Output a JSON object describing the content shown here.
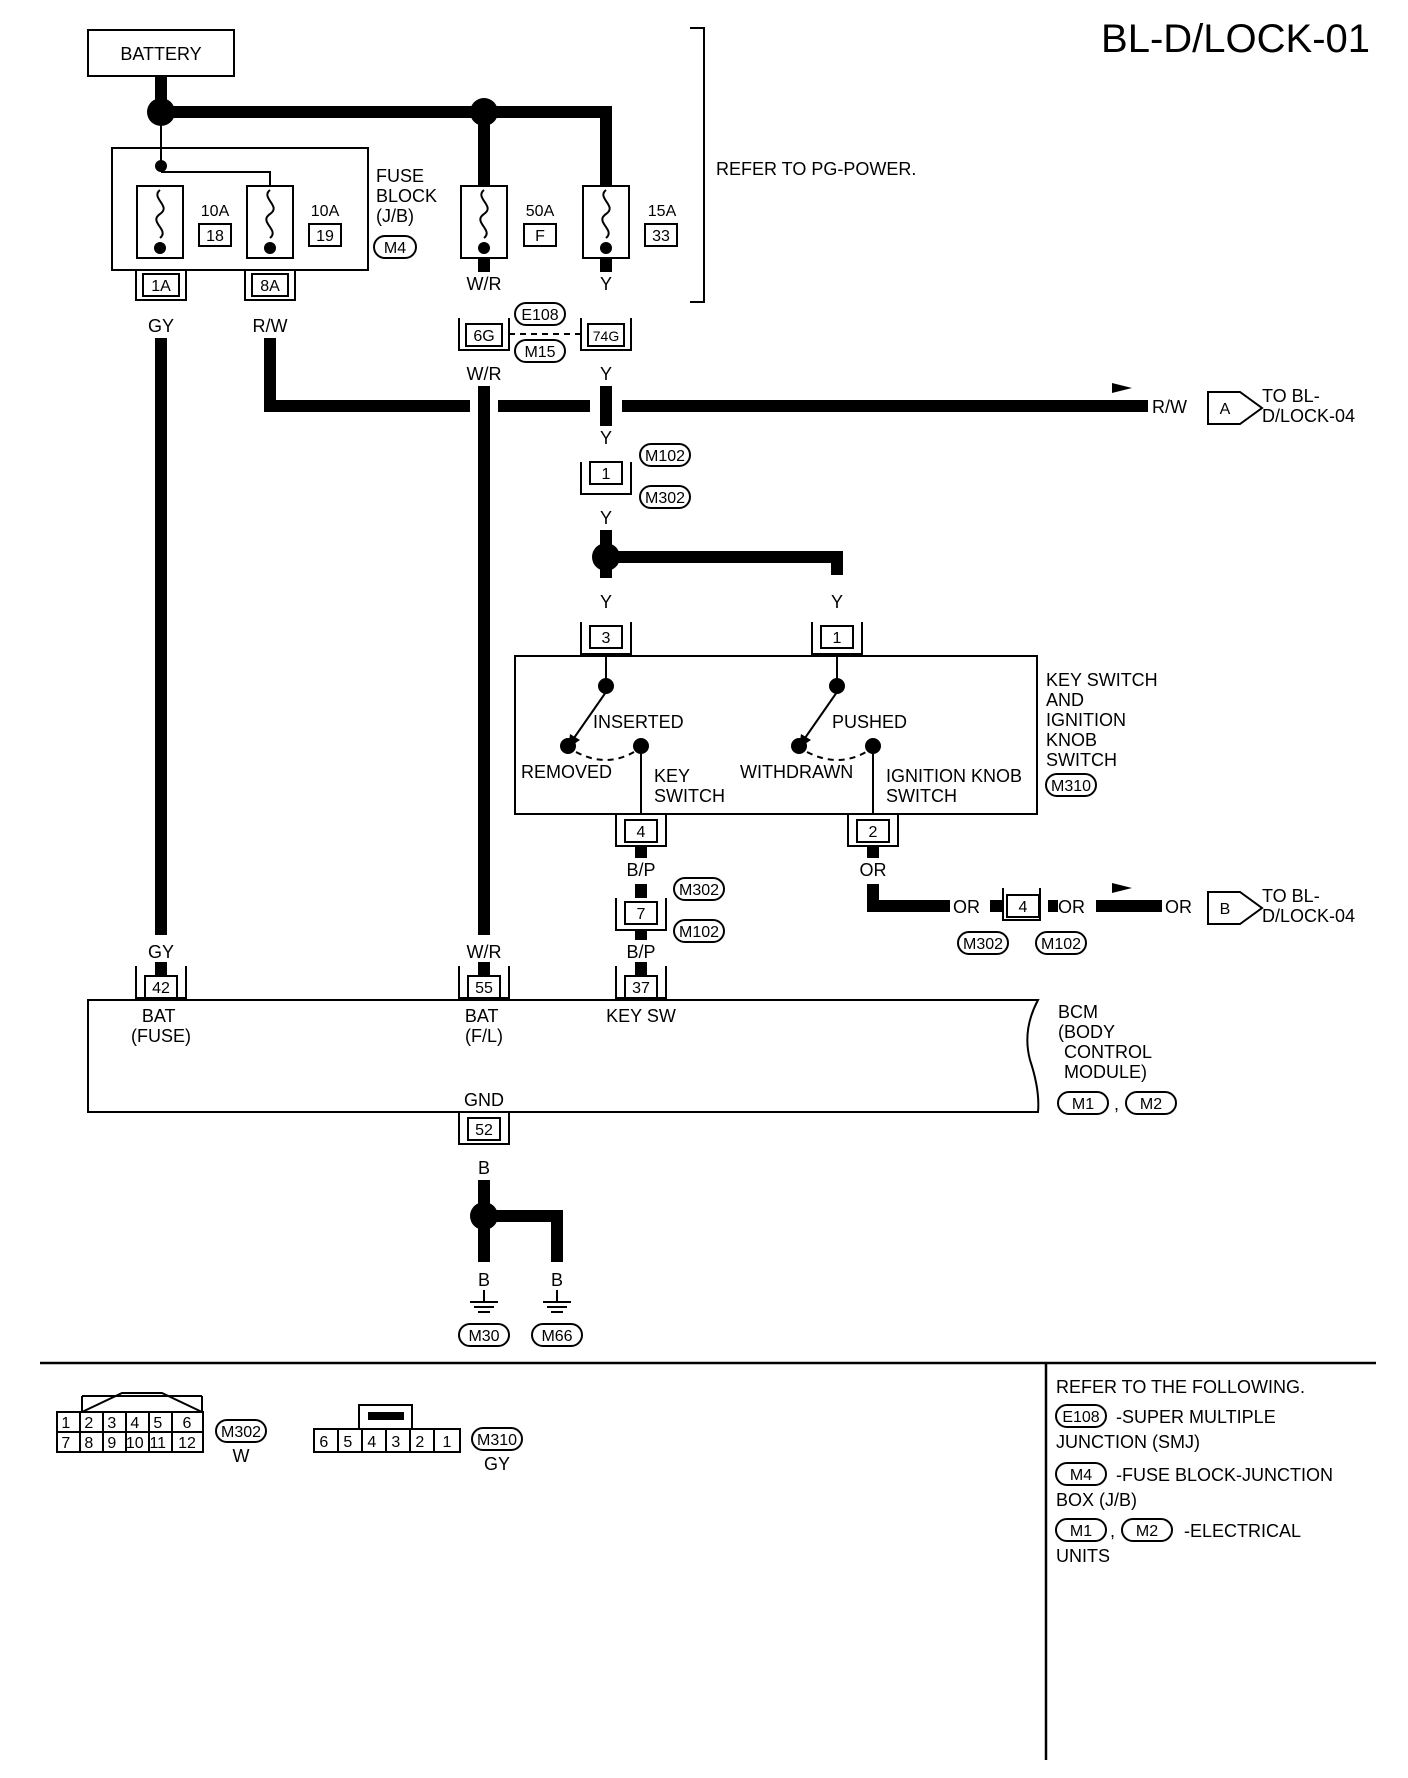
{
  "title": "BL-D/LOCK-01",
  "battery_label": "BATTERY",
  "fuse_block": {
    "name_lines": [
      "FUSE",
      "BLOCK",
      "(J/B)"
    ],
    "connector": "M4",
    "fuses": [
      {
        "amp": "10A",
        "num": "18"
      },
      {
        "amp": "10A",
        "num": "19"
      },
      {
        "amp": "50A",
        "num": "F"
      },
      {
        "amp": "15A",
        "num": "33"
      }
    ],
    "terminals": [
      "1A",
      "8A"
    ]
  },
  "refer_power": "REFER TO PG-POWER.",
  "wire_colors": {
    "gy": "GY",
    "rw": "R/W",
    "wr": "W/R",
    "y": "Y",
    "bp": "B/P",
    "or": "OR",
    "b": "B"
  },
  "joint_connectors": {
    "smj_pins": [
      "6G",
      "74G"
    ],
    "smj_ids": [
      "E108",
      "M15"
    ],
    "pin1": "1",
    "pin7": "7",
    "pin4": "4",
    "ids_m102": "M102",
    "ids_m302": "M302"
  },
  "offpage": [
    {
      "letter": "A",
      "wire": "R/W",
      "line1": "TO BL-",
      "line2": "D/LOCK-04"
    },
    {
      "letter": "B",
      "wire": "OR",
      "line1": "TO BL-",
      "line2": "D/LOCK-04"
    }
  ],
  "key_switch": {
    "pins_top": [
      "3",
      "1"
    ],
    "pins_bottom": [
      "4",
      "2"
    ],
    "inserted": "INSERTED",
    "removed": "REMOVED",
    "key_switch_lines": [
      "KEY",
      "SWITCH"
    ],
    "pushed": "PUSHED",
    "withdrawn": "WITHDRAWN",
    "ign_lines": [
      "IGNITION KNOB",
      "SWITCH"
    ],
    "name_lines": [
      "KEY SWITCH",
      "AND",
      "IGNITION",
      "KNOB",
      "SWITCH"
    ],
    "connector": "M310"
  },
  "bcm": {
    "pins": [
      "42",
      "55",
      "37",
      "52"
    ],
    "bat_fuse": [
      "BAT",
      "(FUSE)"
    ],
    "bat_fl": [
      "BAT",
      "(F/L)"
    ],
    "key_sw": "KEY SW",
    "gnd": "GND",
    "name_lines": [
      "BCM",
      "(BODY",
      "CONTROL",
      "MODULE)"
    ],
    "connectors": [
      "M1",
      "M2"
    ],
    "comma": ","
  },
  "grounds": [
    "M30",
    "M66"
  ],
  "connector_views": {
    "m302_pins_top": [
      "1",
      "2",
      "3",
      "4",
      "5",
      "6"
    ],
    "m302_pins_bottom": [
      "7",
      "8",
      "9",
      "10",
      "11",
      "12"
    ],
    "m302_id": "M302",
    "m302_color": "W",
    "m310_pins": [
      "6",
      "5",
      "4",
      "3",
      "2",
      "1"
    ],
    "m310_id": "M310",
    "m310_color": "GY"
  },
  "refer_following": {
    "heading": "REFER TO THE FOLLOWING.",
    "e108_id": "E108",
    "e108_lines": [
      "-SUPER MULTIPLE",
      "JUNCTION (SMJ)"
    ],
    "m4_id": "M4",
    "m4_lines": [
      "-FUSE BLOCK-JUNCTION",
      "BOX (J/B)"
    ],
    "m1_id": "M1",
    "m2_id": "M2",
    "units_lines": [
      "-ELECTRICAL",
      "UNITS"
    ],
    "comma": ","
  }
}
